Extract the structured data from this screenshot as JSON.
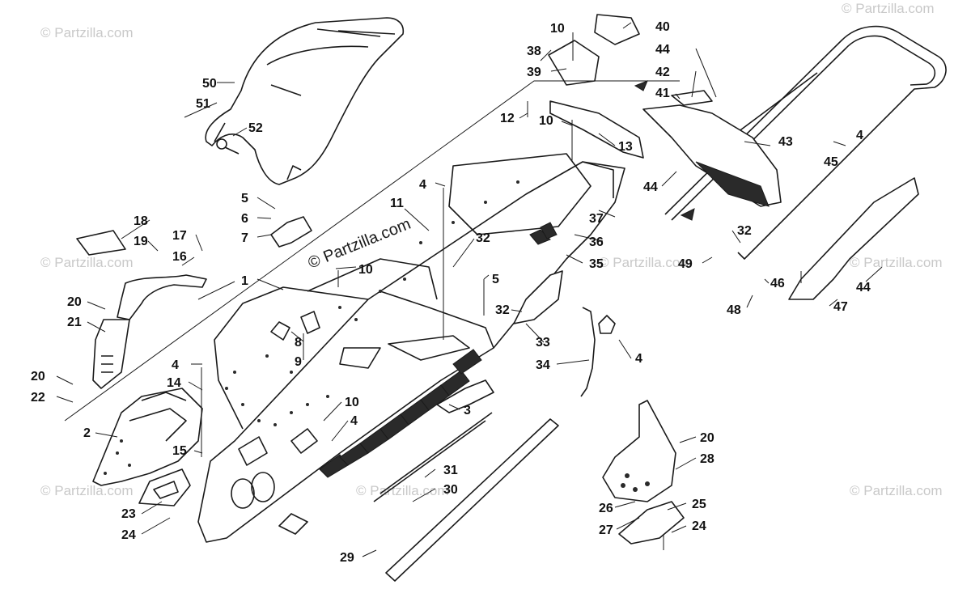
{
  "diagram": {
    "watermark": "© Partzilla.com",
    "callouts": [
      "1",
      "2",
      "3",
      "4",
      "5",
      "6",
      "7",
      "8",
      "9",
      "10",
      "11",
      "12",
      "13",
      "14",
      "15",
      "16",
      "17",
      "18",
      "19",
      "20",
      "21",
      "22",
      "23",
      "24",
      "25",
      "26",
      "27",
      "28",
      "29",
      "30",
      "31",
      "32",
      "33",
      "34",
      "35",
      "36",
      "37",
      "38",
      "39",
      "40",
      "41",
      "42",
      "43",
      "44",
      "45",
      "46",
      "47",
      "48",
      "49",
      "50",
      "51",
      "52"
    ]
  }
}
